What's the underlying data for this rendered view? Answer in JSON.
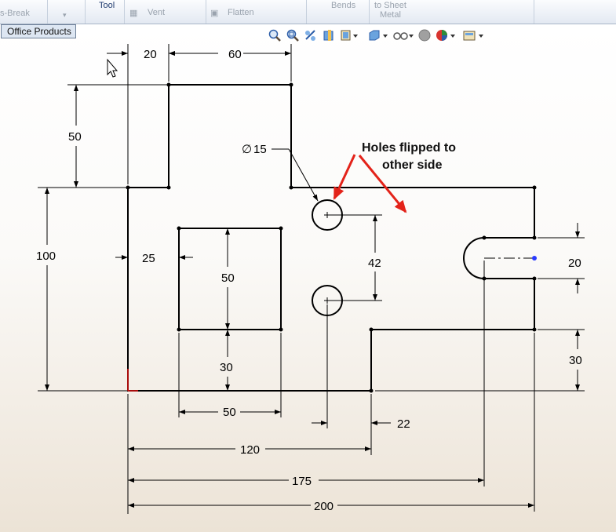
{
  "toolbar": {
    "items": [
      "s-Break",
      "Tool",
      "Vent",
      "Flatten",
      "Bends",
      "to Sheet",
      "Metal"
    ]
  },
  "office_tab": {
    "label": "Office Products"
  },
  "view_toolbar": {
    "icons": [
      "zoom-to-fit-icon",
      "zoom-to-area-icon",
      "previous-view-icon",
      "section-view-icon",
      "view-orientation-icon",
      "display-style-icon",
      "hide-show-items-icon",
      "edit-appearance-icon",
      "apply-scene-icon",
      "view-settings-icon"
    ]
  },
  "sketch": {
    "dimensions": {
      "top_20": "20",
      "top_60": "60",
      "left_50": "50",
      "left_100": "100",
      "diameter_15": "15",
      "dim_25": "25",
      "rect_height_50": "50",
      "hole_spacing_42": "42",
      "slot_20": "20",
      "dim_30_left": "30",
      "rect_width_50": "50",
      "dim_22": "22",
      "dim_30_right": "30",
      "dim_120": "120",
      "dim_175": "175",
      "dim_200": "200"
    },
    "annotation": {
      "line1": "Holes flipped to",
      "line2": "other side"
    }
  },
  "colors": {
    "sketch": "#000000",
    "arrow": "#e3231a",
    "origin": "#e01010",
    "endpoint": "#2a3bff"
  }
}
